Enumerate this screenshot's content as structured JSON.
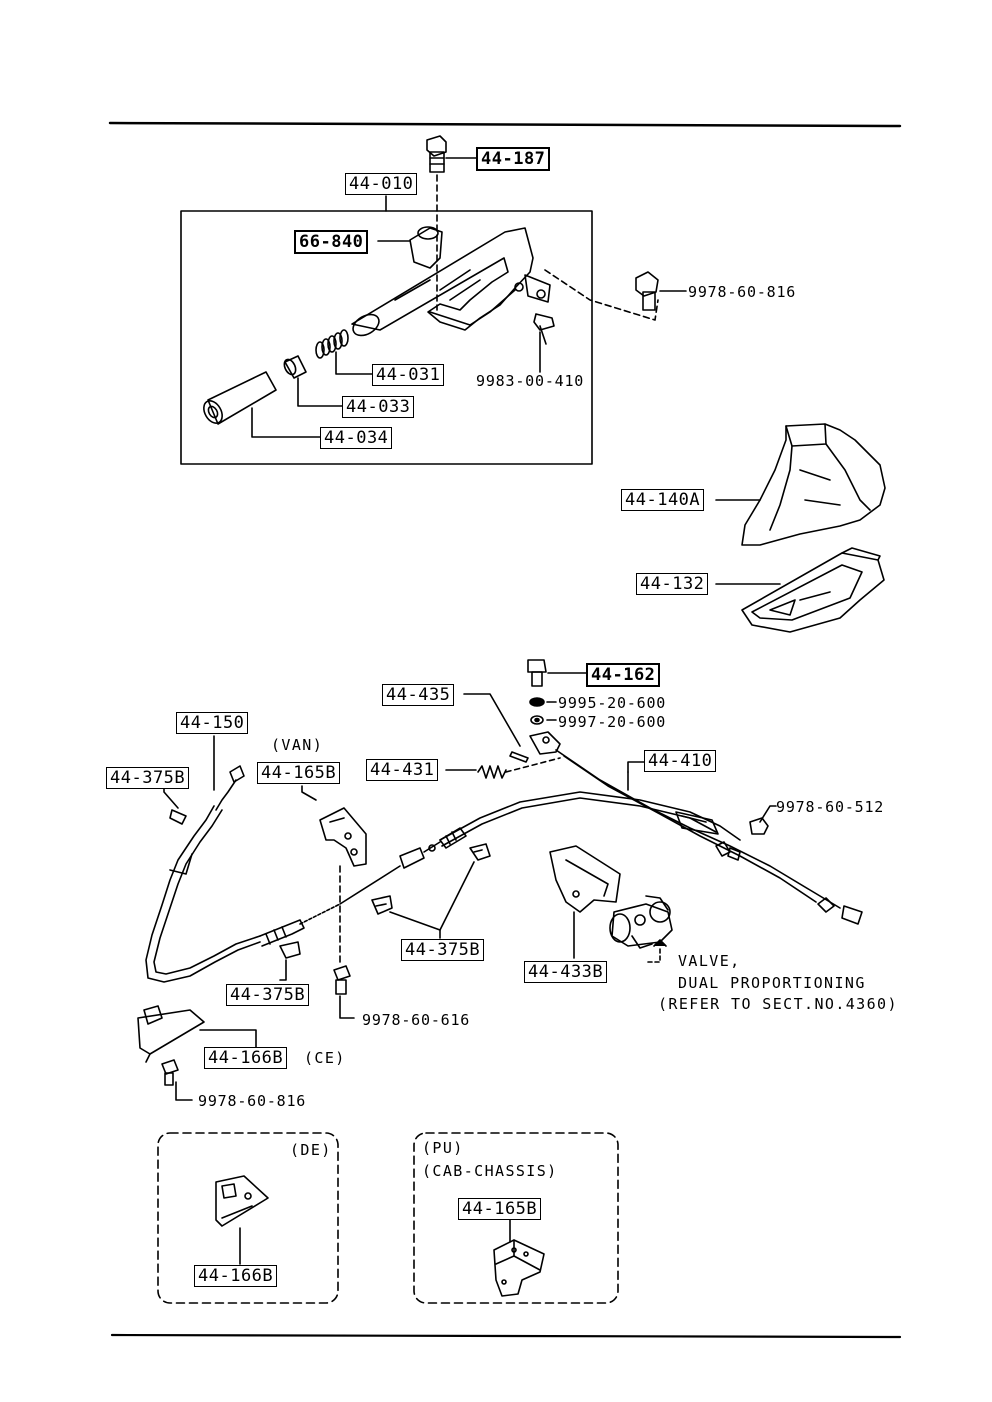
{
  "parts": {
    "p44_187": "44-187",
    "p44_010": "44-010",
    "p66_840": "66-840",
    "p9978_60_816_top": "9978-60-816",
    "p44_031": "44-031",
    "p9983_00_410": "9983-00-410",
    "p44_033": "44-033",
    "p44_034": "44-034",
    "p44_140A": "44-140A",
    "p44_132": "44-132",
    "p44_162": "44-162",
    "p9995_20_600": "9995-20-600",
    "p9997_20_600": "9997-20-600",
    "p44_435": "44-435",
    "p44_150": "44-150",
    "p44_375B_left": "44-375B",
    "p44_165B_van": "44-165B",
    "p44_431": "44-431",
    "p44_410": "44-410",
    "p9978_60_512": "9978-60-512",
    "p44_375B_mid": "44-375B",
    "p44_433B": "44-433B",
    "p44_375B_low": "44-375B",
    "p9978_60_616": "9978-60-616",
    "p44_166B_ce": "44-166B",
    "p9978_60_816_bottom": "9978-60-816",
    "p44_166B_de": "44-166B",
    "p44_165B_pu": "44-165B"
  },
  "notes": {
    "van": "(VAN)",
    "ce": "(CE)",
    "de": "(DE)",
    "pu": "(PU)",
    "cab_chassis": "(CAB-CHASSIS)",
    "valve_line1": "VALVE,",
    "valve_line2": "DUAL PROPORTIONING",
    "valve_line3": "(REFER TO SECT.NO.4360)"
  }
}
